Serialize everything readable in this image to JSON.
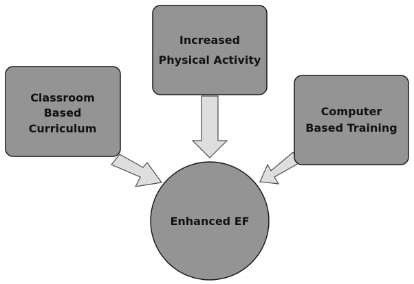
{
  "diagram": {
    "nodes": {
      "activity": {
        "line1": "Increased",
        "line2": "Physical Activity"
      },
      "classroom": {
        "line1": "Classroom",
        "line2": "Based",
        "line3": "Curriculum"
      },
      "computer": {
        "line1": "Computer",
        "line2": "Based Training"
      },
      "outcome": {
        "label": "Enhanced EF"
      }
    },
    "edges": [
      {
        "from": "classroom",
        "to": "outcome"
      },
      {
        "from": "activity",
        "to": "outcome"
      },
      {
        "from": "computer",
        "to": "outcome"
      }
    ],
    "colors": {
      "node_fill": "#949494",
      "node_border": "#1a1a1a",
      "arrow_fill": "#dedede",
      "arrow_border": "#4a4a4a",
      "text": "#111111"
    }
  }
}
